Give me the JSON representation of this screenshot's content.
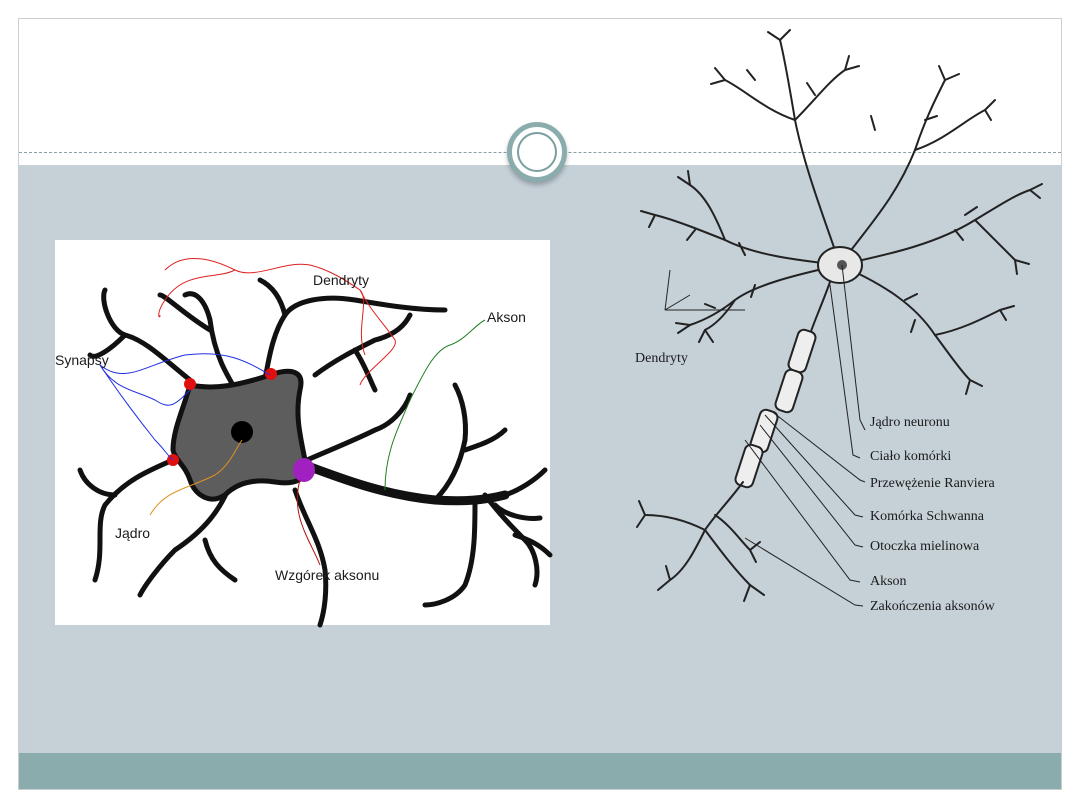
{
  "diagram_left": {
    "labels": {
      "dendrites": "Dendryty",
      "axon": "Akson",
      "synapses": "Synapsy",
      "nucleus": "Jądro",
      "axon_hillock": "Wzgórek aksonu"
    }
  },
  "diagram_right": {
    "labels": {
      "dendrites": "Dendryty",
      "neuron_nucleus": "Jądro neuronu",
      "cell_body": "Ciało komórki",
      "node_of_ranvier": "Przewężenie Ranviera",
      "schwann_cell": "Komórka Schwanna",
      "myelin_sheath": "Otoczka mielinowa",
      "axon": "Akson",
      "axon_terminals": "Zakończenia aksonów"
    }
  },
  "colors": {
    "content_band": "#c5d0d7",
    "footer_band": "#8aacad",
    "soma_fill": "#5d5d5d",
    "synapse_marker": "#e01010",
    "axon_hillock_marker": "#a020c0"
  }
}
